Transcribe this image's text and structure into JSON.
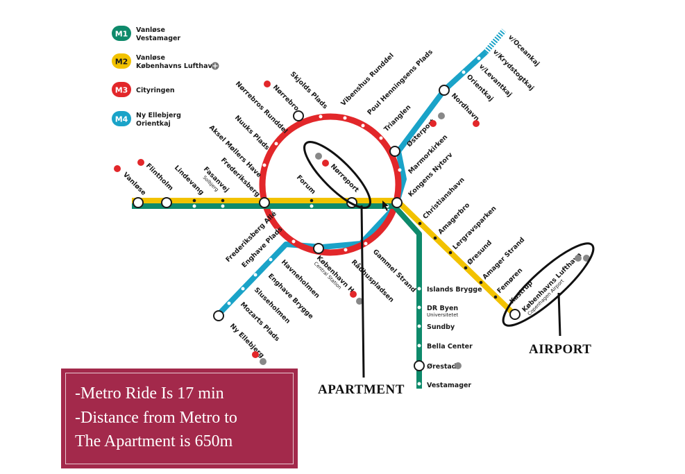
{
  "colors": {
    "m1": "#0e8a6b",
    "m2": "#f2c200",
    "m3": "#e2272a",
    "m4": "#1aa3c8",
    "info_box": "#a3294b"
  },
  "legend": [
    {
      "badge": "M1",
      "line1": "Vanløse",
      "line2": "Vestamager",
      "color_key": "m1",
      "icon": ""
    },
    {
      "badge": "M2",
      "line1": "Vanløse",
      "line2": "Københavns Lufthavn",
      "color_key": "m2",
      "icon": "airplane-icon"
    },
    {
      "badge": "M3",
      "line1": "Cityringen",
      "line2": "",
      "color_key": "m3",
      "icon": ""
    },
    {
      "badge": "M4",
      "line1": "Ny Ellebjerg",
      "line2": "Orientkaj",
      "color_key": "m4",
      "icon": ""
    }
  ],
  "stations": {
    "vanlose": "Vanløse",
    "flintholm": "Flintholm",
    "lindevang": "Lindevang",
    "fasanvej": "Fasanvej",
    "fasanvej_sub": "Solbjerg",
    "frederiksberg": "Frederiksberg",
    "forum": "Forum",
    "norreport": "Nørreport",
    "kongens_nytorv": "Kongens Nytorv",
    "christianshavn": "Christianshavn",
    "amagerbro": "Amagerbro",
    "lergravsparken": "Lergravsparken",
    "oresund": "Øresund",
    "amager_strand": "Amager Strand",
    "femoren": "Femøren",
    "kastrup": "Kastrup",
    "lufthavn": "Københavns Lufthavn",
    "lufthavn_sub": "Copenhagen Airport",
    "islands_brygge": "Islands Brygge",
    "dr_byen": "DR Byen",
    "dr_byen_sub": "Universitetet",
    "sundby": "Sundby",
    "bella_center": "Bella Center",
    "orestad": "Ørestad",
    "vestamager": "Vestamager",
    "skjolds_plads": "Skjolds Plads",
    "norrebro": "Nørrebro",
    "norrebros_runddel": "Nørrebros Runddel",
    "nuuks_plads": "Nuuks Plads",
    "aksel_mollers_have": "Aksel Møllers Have",
    "vibenshus_runddel": "Vibenshus Runddel",
    "poul_henningsens_plads": "Poul Henningsens Plads",
    "trianglen": "Trianglen",
    "osterport": "Østerport",
    "marmorkirken": "Marmorkirken",
    "gammel_strand": "Gammel Strand",
    "radhuspladsen": "Rådhuspladsen",
    "kobenhavn_h": "København H",
    "kobenhavn_h_sub": "Central Station",
    "frederiksberg_alle": "Frederiksberg Allé",
    "enghave_plads": "Enghave Plads",
    "havneholmen": "Havneholmen",
    "enghave_brygge": "Enghave Brygge",
    "sluseholmen": "Sluseholmen",
    "mozarts_plads": "Mozarts Plads",
    "ny_ellebjerg": "Ny Ellebjerg",
    "nordhavn": "Nordhavn",
    "orientkaj": "Orientkaj",
    "levantkaj": "v/Levantkaj",
    "krydstogtkaj": "v/Krydstogtkaj",
    "oceankaj": "v/Oceankaj"
  },
  "callouts": {
    "apartment": "APARTMENT",
    "airport": "AIRPORT"
  },
  "info": {
    "line1": "-Metro Ride Is 17 min",
    "line2": "-Distance from Metro to",
    "line3": "The Apartment is 650m"
  }
}
